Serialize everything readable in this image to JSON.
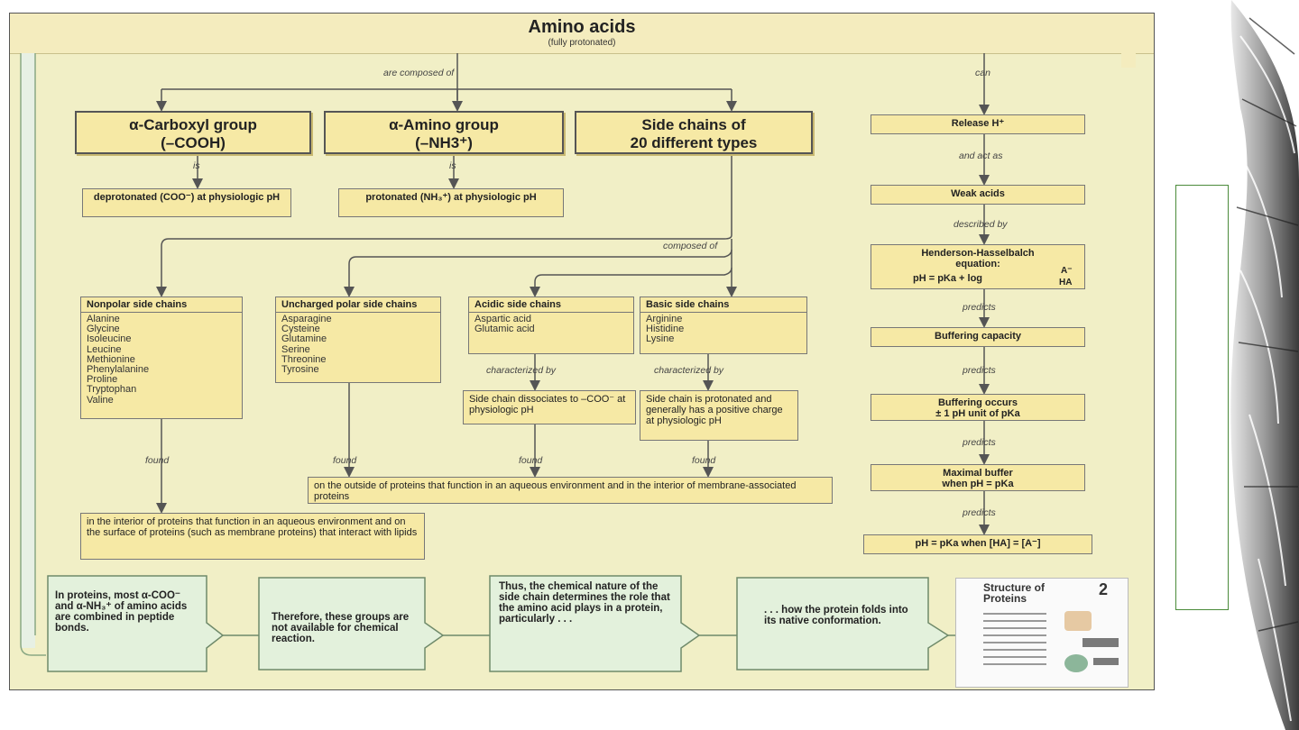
{
  "title": "Amino acids",
  "subtitle": "(fully protonated)",
  "labels": {
    "are_composed_of": "are composed of",
    "can": "can",
    "is1": "is",
    "is2": "is",
    "composed_of": "composed of",
    "and_act_as": "and act as",
    "described_by": "described by",
    "predicts1": "predicts",
    "predicts2": "predicts",
    "predicts3": "predicts",
    "predicts4": "predicts",
    "characterized_by1": "characterized by",
    "characterized_by2": "characterized by",
    "found1": "found",
    "found2": "found",
    "found3": "found",
    "found4": "found"
  },
  "top_boxes": {
    "carboxyl_1": "α-Carboxyl group",
    "carboxyl_2": "(–COOH)",
    "amino_1": "α-Amino group",
    "amino_2": "(–NH3⁺)",
    "side_1": "Side chains of",
    "side_2": "20 different types"
  },
  "state_boxes": {
    "deprotonated": "deprotonated (COO⁻) at physiologic pH",
    "protonated": "protonated (NH₃⁺) at physiologic pH"
  },
  "side_chain_groups": [
    {
      "head": "Nonpolar side chains",
      "items": [
        "Alanine",
        "Glycine",
        "Isoleucine",
        "Leucine",
        "Methionine",
        "Phenylalanine",
        "Proline",
        "Tryptophan",
        "Valine"
      ]
    },
    {
      "head": "Uncharged polar side chains",
      "items": [
        "Asparagine",
        "Cysteine",
        "Glutamine",
        "Serine",
        "Threonine",
        "Tyrosine"
      ]
    },
    {
      "head": "Acidic side chains",
      "items": [
        "Aspartic acid",
        "Glutamic acid"
      ]
    },
    {
      "head": "Basic side chains",
      "items": [
        "Arginine",
        "Histidine",
        "Lysine"
      ]
    }
  ],
  "characteristics": {
    "acidic": "Side chain dissociates to –COO⁻ at physiologic pH",
    "basic": "Side chain is protonated and generally has a positive charge at physiologic pH"
  },
  "locations": {
    "outside": "on the outside of proteins that function in an aqueous environment and in the interior of membrane-associated proteins",
    "interior": "in the interior of proteins that function in an aqueous environment and on the surface of proteins (such as membrane proteins) that interact with lipids"
  },
  "right_column": {
    "release": "Release H⁺",
    "weak_acids": "Weak acids",
    "hh_1": "Henderson-Hasselbalch",
    "hh_2": "equation:",
    "hh_3": "pH = pKa + log",
    "hh_num": "A⁻",
    "hh_den": "HA",
    "buffering_capacity": "Buffering capacity",
    "buffering_occurs_1": "Buffering occurs",
    "buffering_occurs_2": "± 1 pH unit of pKa",
    "maximal_1": "Maximal buffer",
    "maximal_2": "when pH = pKa",
    "final": "pH = pKa when [HA] = [A⁻]"
  },
  "callouts": [
    "In proteins, most α-COO⁻ and α-NH₃⁺ of amino acids are combined in peptide bonds.",
    "Therefore, these groups are not available for chemical reaction.",
    "Thus, the chemical nature of the side chain determines the role that the amino acid plays in a protein, particularly . . .",
    ". . . how the protein folds into its native conformation."
  ],
  "book": {
    "title": "Structure of Proteins",
    "number": "2"
  },
  "colors": {
    "box_fill": "#f6e9a5",
    "panel": "#f1efc6",
    "callout_green": "#e3f1dc",
    "frame_green": "#4a8b3a"
  }
}
